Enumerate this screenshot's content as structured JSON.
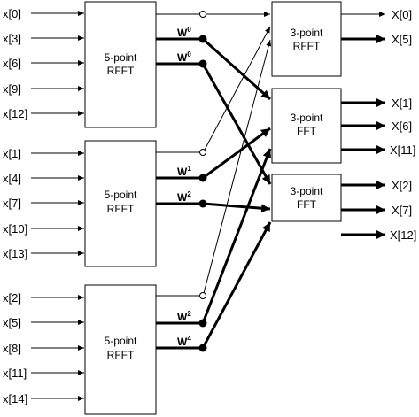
{
  "inputs": [
    "x[0]",
    "x[3]",
    "x[6]",
    "x[9]",
    "x[12]",
    "x[1]",
    "x[4]",
    "x[7]",
    "x[10]",
    "x[13]",
    "x[2]",
    "x[5]",
    "x[8]",
    "x[11]",
    "x[14]"
  ],
  "stage1_blocks": [
    {
      "line1": "5-point",
      "line2": "RFFT"
    },
    {
      "line1": "5-point",
      "line2": "RFFT"
    },
    {
      "line1": "5-point",
      "line2": "RFFT"
    }
  ],
  "twiddles": [
    {
      "base": "W",
      "exp": "0"
    },
    {
      "base": "W",
      "exp": "0"
    },
    {
      "base": "W",
      "exp": "1"
    },
    {
      "base": "W",
      "exp": "2"
    },
    {
      "base": "W",
      "exp": "2"
    },
    {
      "base": "W",
      "exp": "4"
    }
  ],
  "stage2_blocks": [
    {
      "line1": "3-point",
      "line2": "RFFT"
    },
    {
      "line1": "3-point",
      "line2": "FFT"
    },
    {
      "line1": "3-point",
      "line2": "FFT"
    }
  ],
  "outputs": [
    "X[0]",
    "X[5]",
    "X[1]",
    "X[6]",
    "X[11]",
    "X[2]",
    "X[7]",
    "X[12]"
  ]
}
